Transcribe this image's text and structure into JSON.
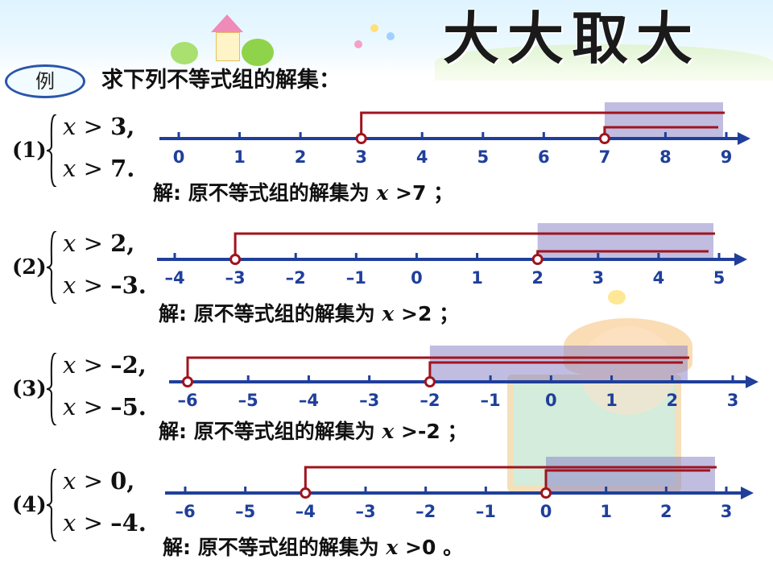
{
  "title": "大大取大",
  "example_badge": "例",
  "intro_text": "求下列不等式组的解集：",
  "problems": [
    {
      "label": "(1)",
      "ineq1": {
        "var": "x",
        "op": ">",
        "val": "3",
        "punct": ","
      },
      "ineq2": {
        "var": "x",
        "op": ">",
        "val": "7",
        "punct": "."
      },
      "answer": {
        "prefix": "解: 原不等式组的解集为",
        "var": "x",
        "rel": ">7",
        "suffix": "；"
      },
      "ticks": [
        "0",
        "1",
        "2",
        "3",
        "4",
        "5",
        "6",
        "7",
        "8",
        "9"
      ],
      "boundaries": [
        3,
        7
      ],
      "solution_from": 7
    },
    {
      "label": "(2)",
      "ineq1": {
        "var": "x",
        "op": ">",
        "val": "2",
        "punct": ","
      },
      "ineq2": {
        "var": "x",
        "op": ">",
        "val": "–3",
        "punct": "."
      },
      "answer": {
        "prefix": "解: 原不等式组的解集为",
        "var": "x",
        "rel": ">2",
        "suffix": "；"
      },
      "ticks": [
        "–4",
        "–3",
        "–2",
        "–1",
        "0",
        "1",
        "2",
        "3",
        "4",
        "5"
      ],
      "boundaries": [
        -3,
        2
      ],
      "solution_from": 2
    },
    {
      "label": "(3)",
      "ineq1": {
        "var": "x",
        "op": ">",
        "val": "–2",
        "punct": ","
      },
      "ineq2": {
        "var": "x",
        "op": ">",
        "val": "–5",
        "punct": "."
      },
      "answer": {
        "prefix": "解: 原不等式组的解集为",
        "var": "x",
        "rel": ">-2",
        "suffix": "；"
      },
      "ticks": [
        "–6",
        "–5",
        "–4",
        "–3",
        "–2",
        "–1",
        "0",
        "1",
        "2",
        "3"
      ],
      "boundaries": [
        -6,
        -2
      ],
      "solution_from": -2
    },
    {
      "label": "(4)",
      "ineq1": {
        "var": "x",
        "op": ">",
        "val": "0",
        "punct": ","
      },
      "ineq2": {
        "var": "x",
        "op": ">",
        "val": "–4",
        "punct": "."
      },
      "answer": {
        "prefix": "解:  原不等式组的解集为",
        "var": "x",
        "rel": ">0",
        "suffix": "。"
      },
      "ticks": [
        "–6",
        "–5",
        "–4",
        "–3",
        "–2",
        "–1",
        "0",
        "1",
        "2",
        "3"
      ],
      "boundaries": [
        -4,
        0
      ],
      "solution_from": 0
    }
  ],
  "colors": {
    "axis": "#1f3f9a",
    "ray": "#a0141e",
    "shade": "#8c87c8",
    "tick_label": "#1f3f9a"
  }
}
